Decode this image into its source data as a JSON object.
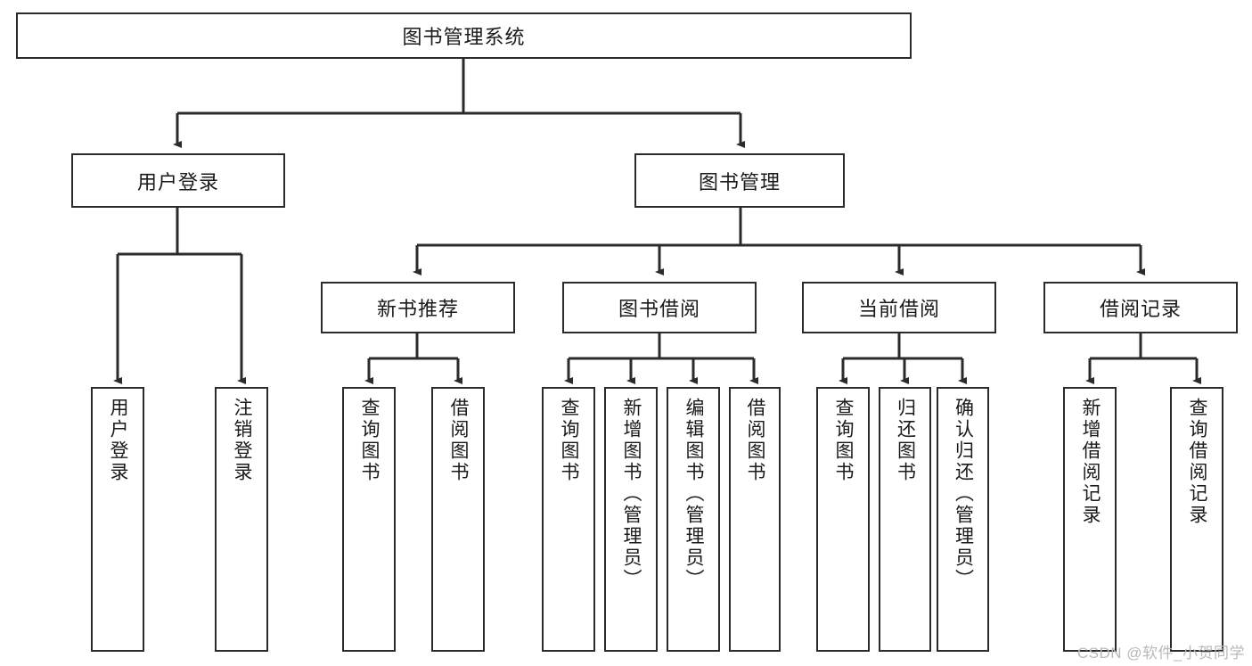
{
  "diagram": {
    "title": "图书管理系统",
    "watermark": "CSDN @软件_小贺同学",
    "line_color": "#2b2b2b",
    "box_border_color": "#2b2b2b",
    "box_fill_color": "#ffffff",
    "text_color": "#1a1a1a",
    "watermark_color": "#b9b9b9",
    "root": {
      "label": "图书管理系统"
    },
    "level2": [
      {
        "label": "用户登录"
      },
      {
        "label": "图书管理"
      }
    ],
    "level3": [
      {
        "label": "新书推荐"
      },
      {
        "label": "图书借阅"
      },
      {
        "label": "当前借阅"
      },
      {
        "label": "借阅记录"
      }
    ],
    "leaves": [
      {
        "label": "用户登录"
      },
      {
        "label": "注销登录"
      },
      {
        "label": "查询图书"
      },
      {
        "label": "借阅图书"
      },
      {
        "label": "查询图书"
      },
      {
        "label": "新增图书（管理员）"
      },
      {
        "label": "编辑图书（管理员）"
      },
      {
        "label": "借阅图书"
      },
      {
        "label": "查询图书"
      },
      {
        "label": "归还图书"
      },
      {
        "label": "确认归还（管理员）"
      },
      {
        "label": "新增借阅记录"
      },
      {
        "label": "查询借阅记录"
      }
    ]
  }
}
